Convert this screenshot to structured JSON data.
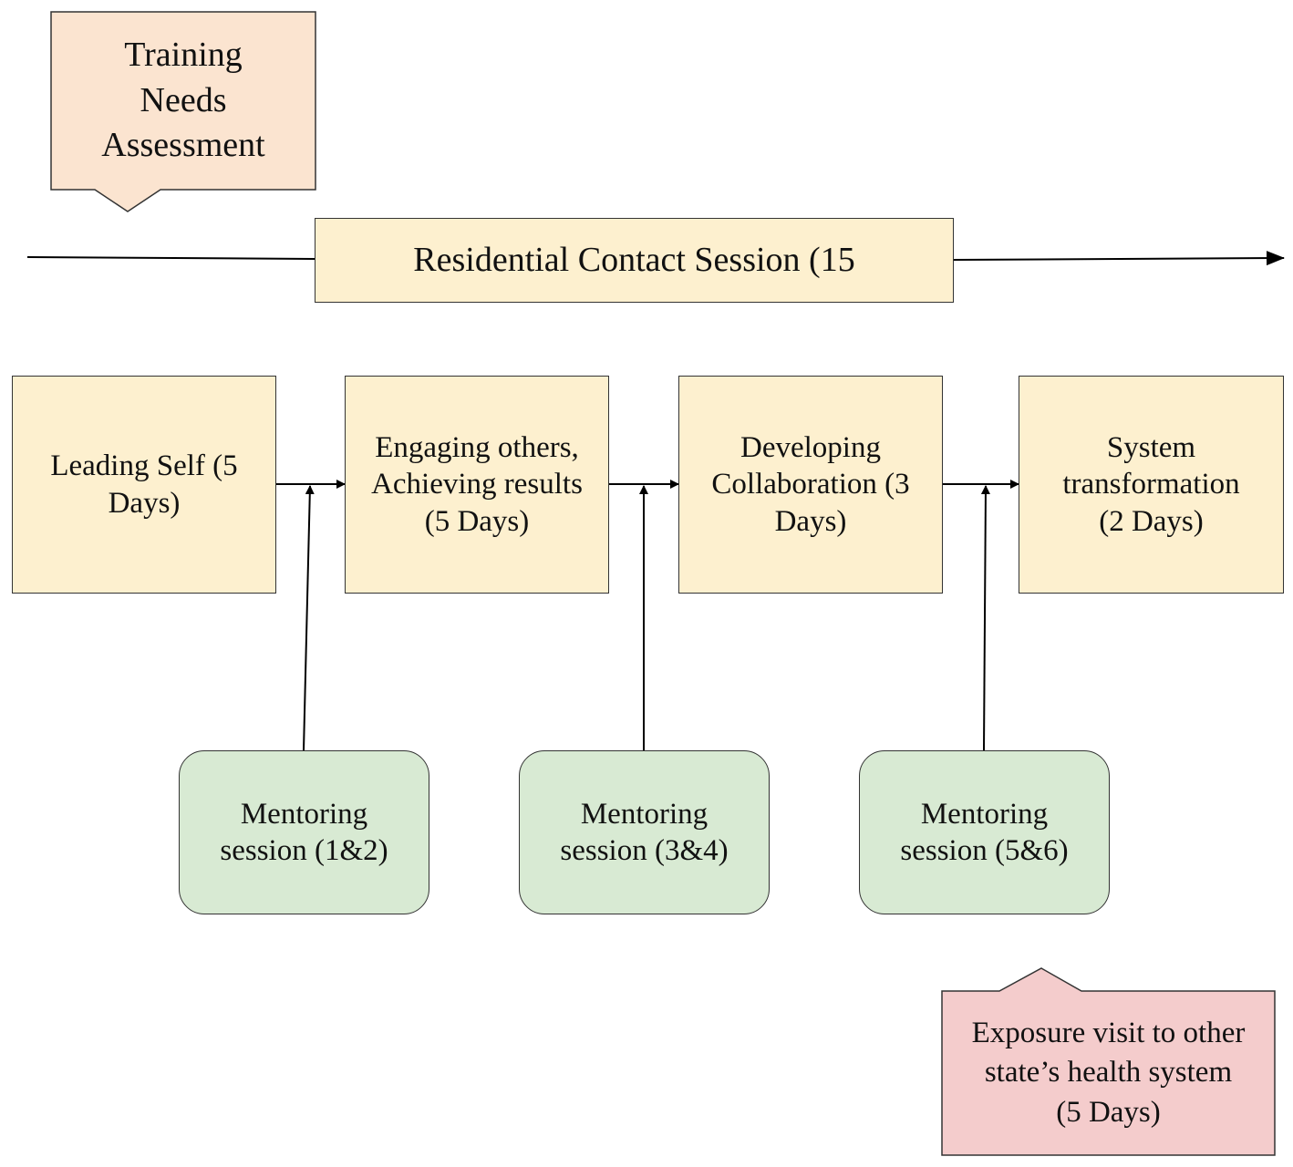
{
  "training_needs": {
    "label": "Training Needs Assessment"
  },
  "residential": {
    "label": "Residential Contact Session (15"
  },
  "stages": [
    {
      "label": "Leading Self (5 Days)"
    },
    {
      "label": "Engaging others, Achieving results (5 Days)"
    },
    {
      "label": "Developing Collaboration (3 Days)"
    },
    {
      "label": "System transformation (2 Days)"
    }
  ],
  "mentoring": [
    {
      "label": "Mentoring session (1&2)"
    },
    {
      "label": "Mentoring session (3&4)"
    },
    {
      "label": "Mentoring session (5&6)"
    }
  ],
  "exposure": {
    "label": "Exposure visit to other state’s health system (5 Days)"
  },
  "colors": {
    "stage_fill": "#fdf0cf",
    "training_fill": "#fbe4d0",
    "mentoring_fill": "#d8ead3",
    "exposure_fill": "#f4cccc",
    "line": "#000000"
  }
}
